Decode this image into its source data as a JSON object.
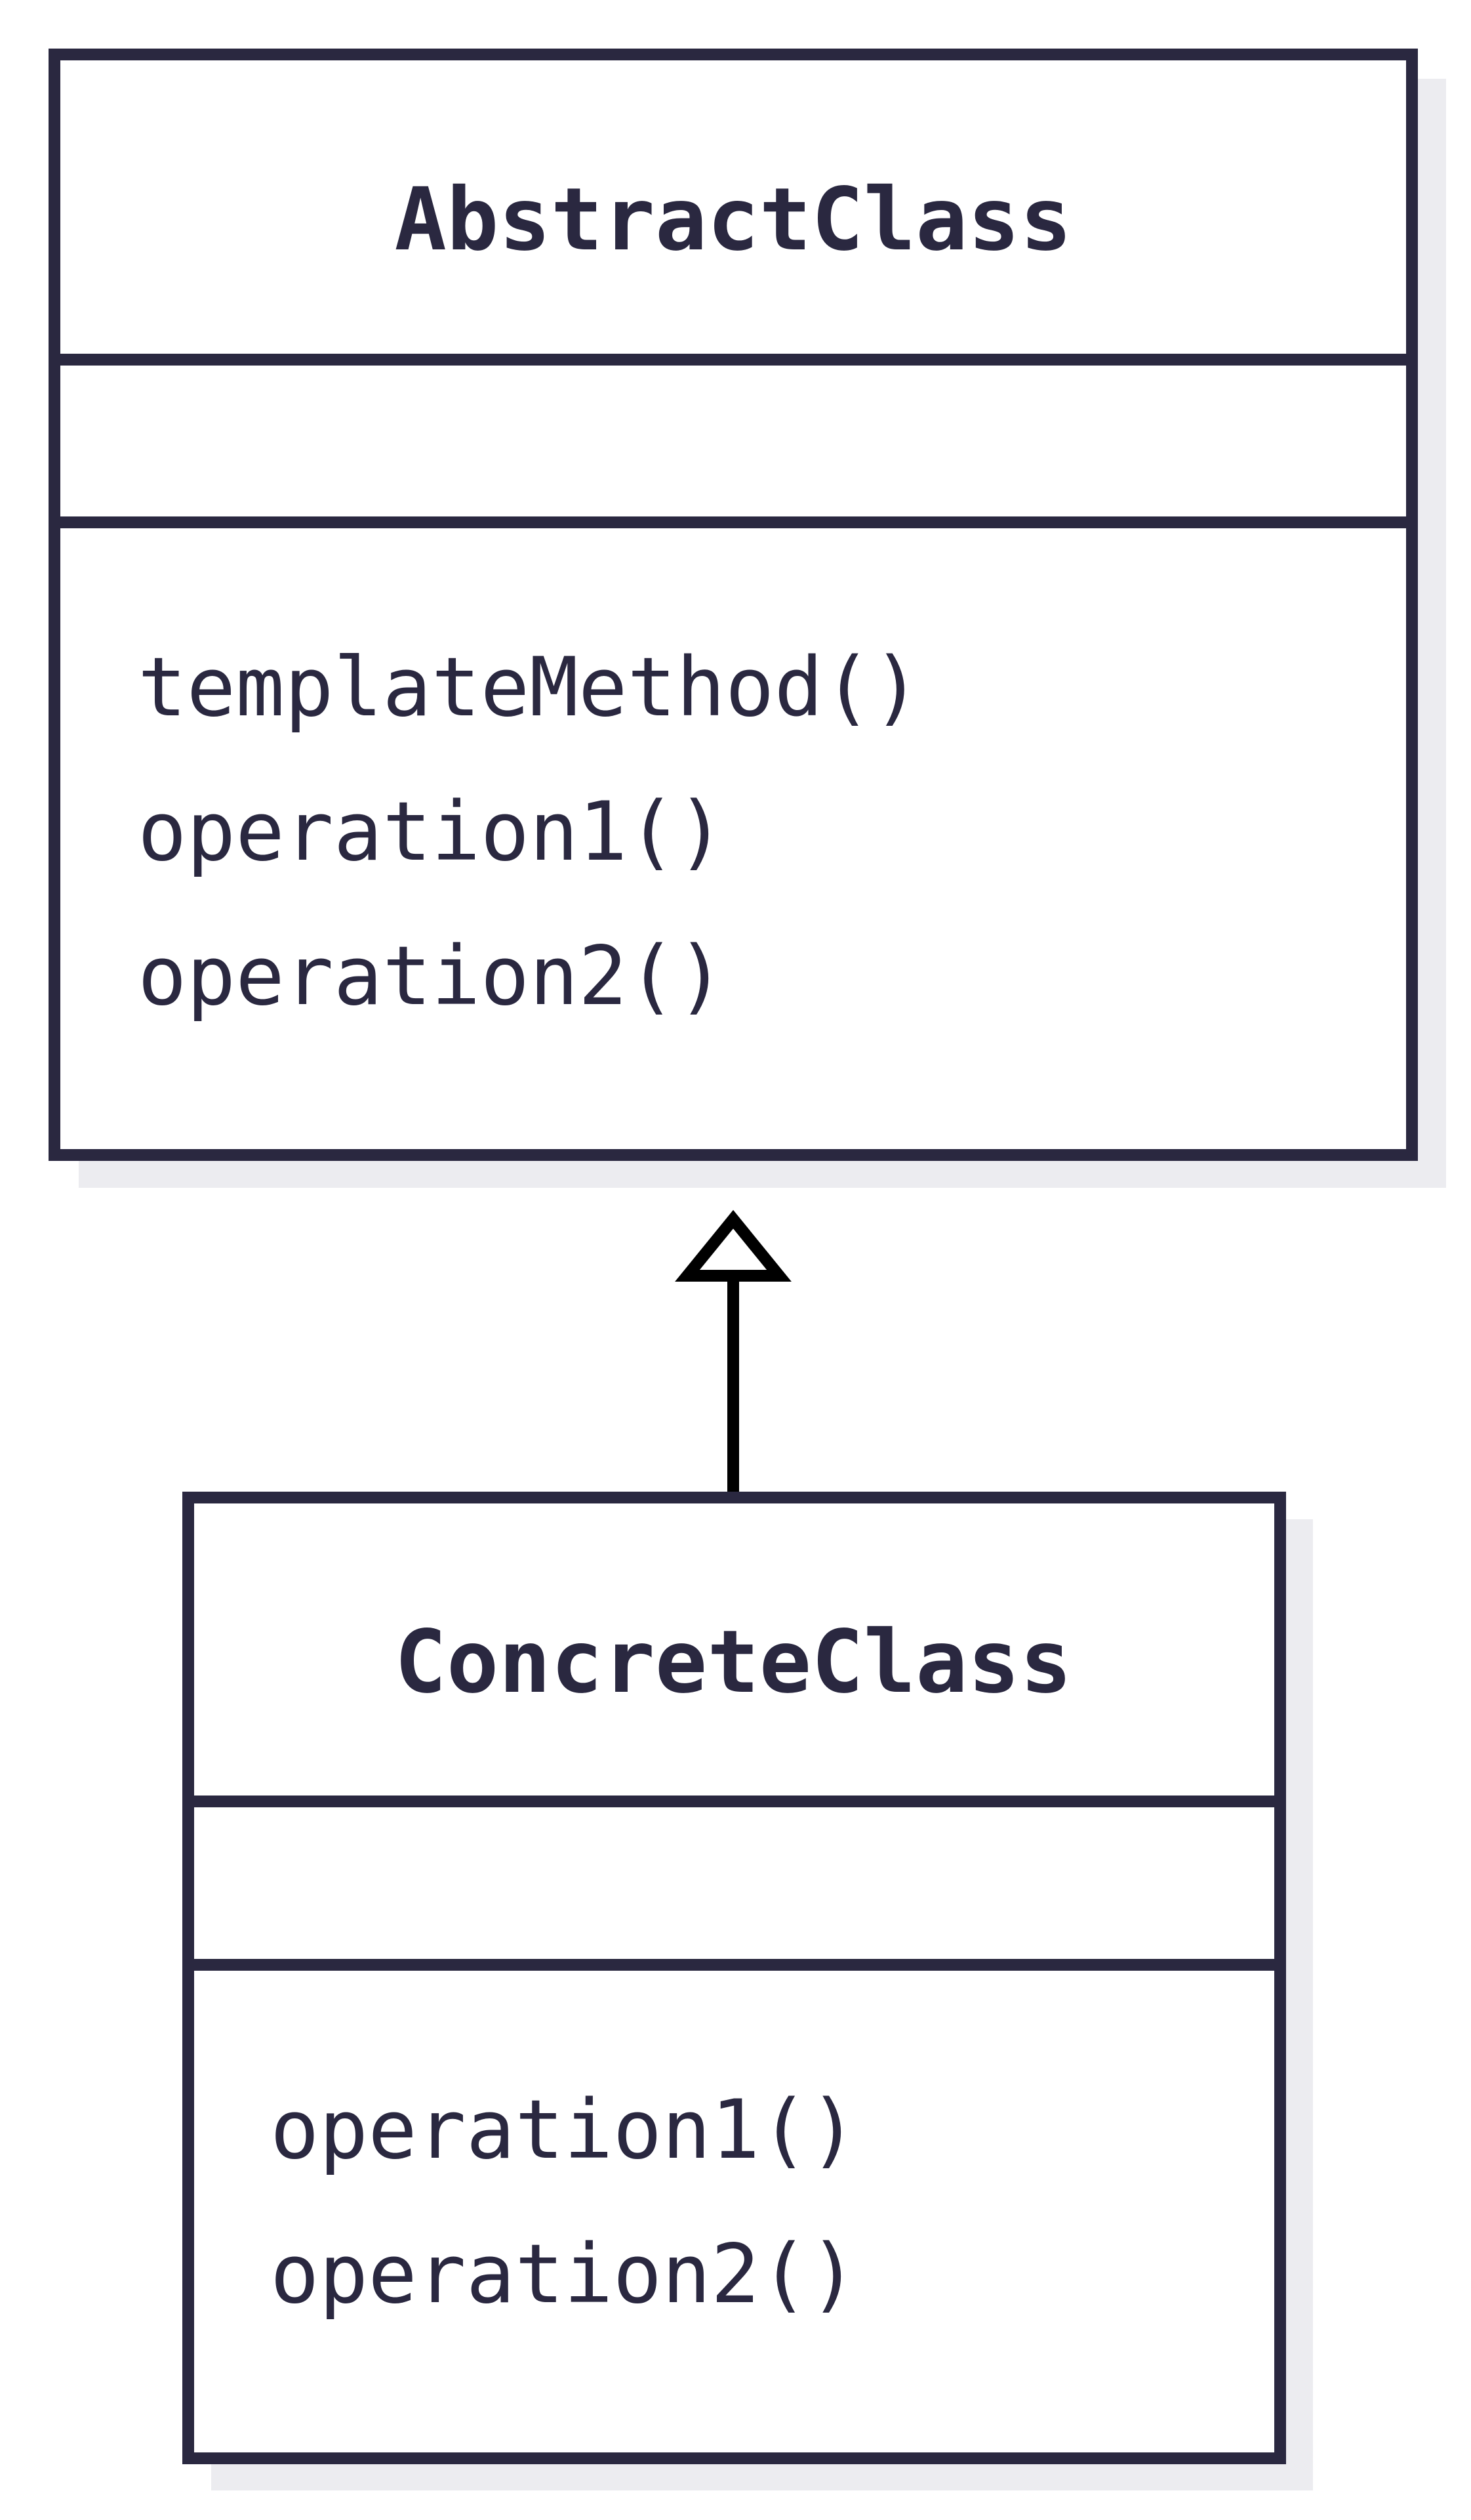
{
  "classes": [
    {
      "name": "AbstractClass",
      "attributes": [],
      "methods": [
        "templateMethod()",
        "operation1()",
        "operation2()"
      ]
    },
    {
      "name": "ConcreteClass",
      "attributes": [],
      "methods": [
        "operation1()",
        "operation2()"
      ]
    }
  ],
  "relationships": [
    {
      "type": "inheritance",
      "from": "ConcreteClass",
      "to": "AbstractClass"
    }
  ],
  "colors": {
    "stroke": "#2a2840",
    "text": "#2a2840",
    "shadow": "#ececf0",
    "arrow": "#000000",
    "background": "#ffffff"
  }
}
